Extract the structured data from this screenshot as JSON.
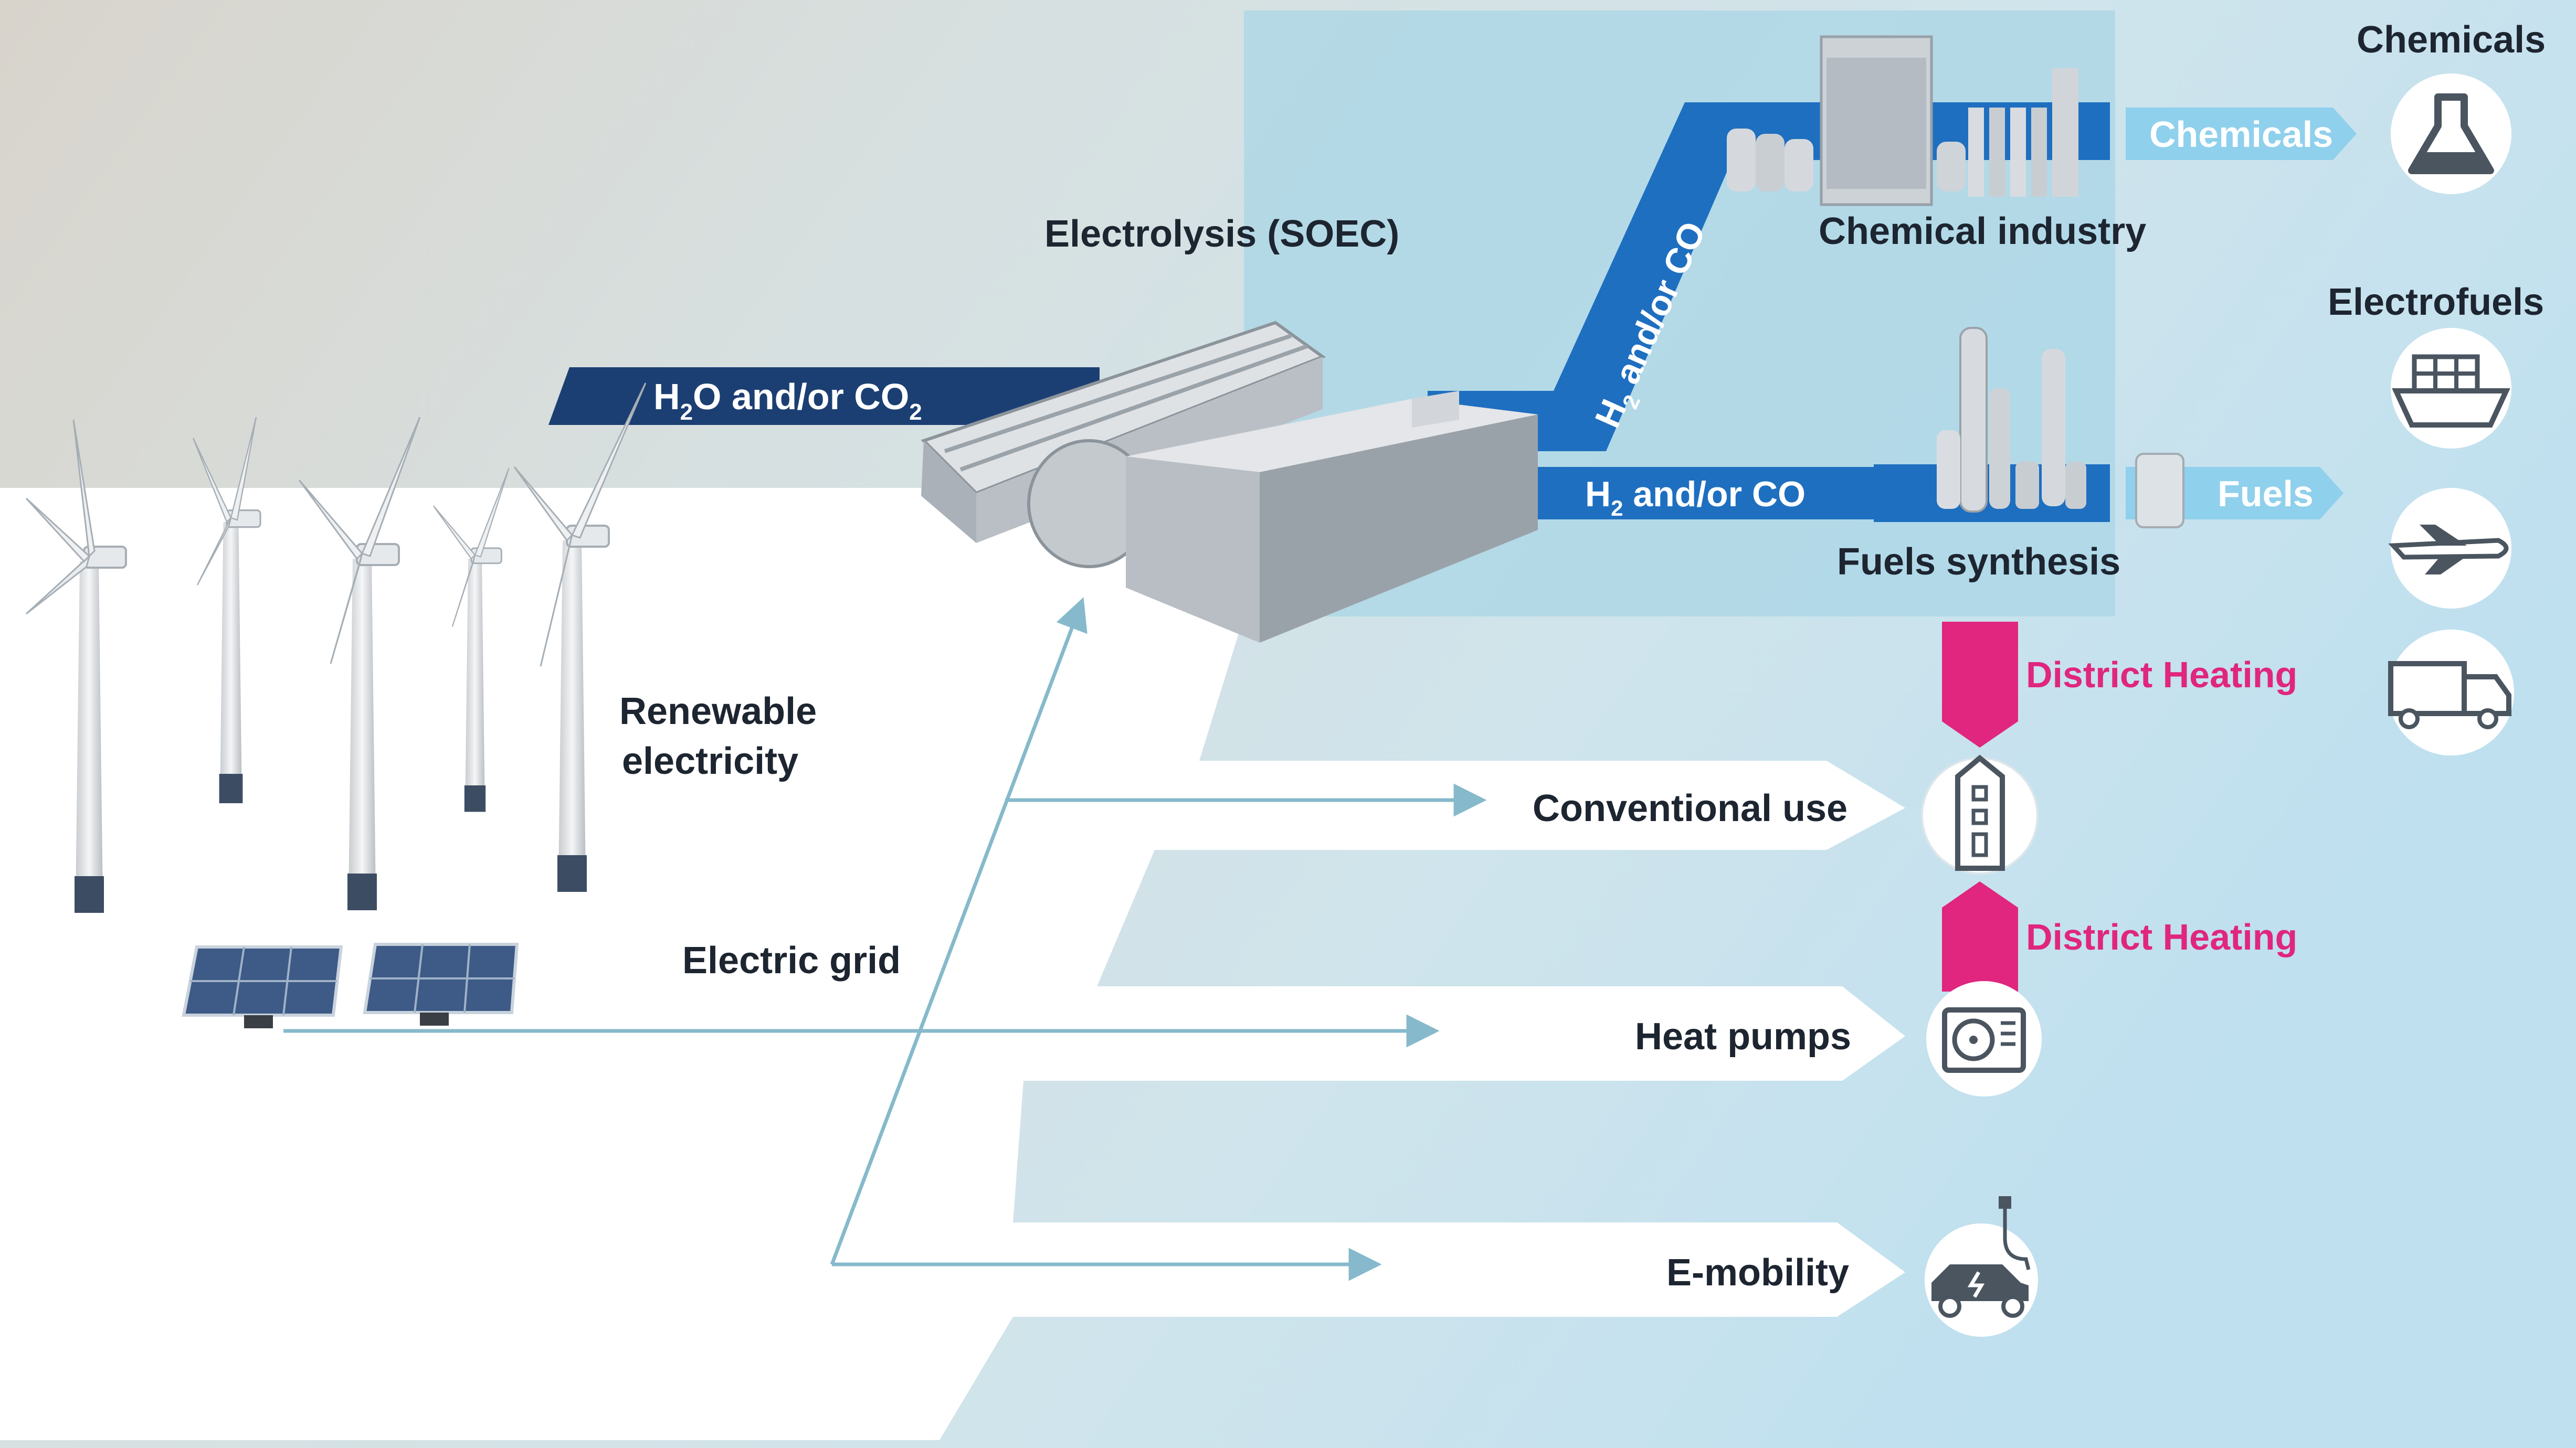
{
  "labels": {
    "h2o_co2_prefix": "H",
    "h2o_co2_sub1": "2",
    "h2o_co2_mid": "O and/or CO",
    "h2o_co2_sub2": "2",
    "electrolysis": "Electrolysis (SOEC)",
    "renewable_line1": "Renewable",
    "renewable_line2": "electricity",
    "electric_grid": "Electric grid",
    "h2_diag_prefix": "H",
    "h2_diag_sub": "2",
    "h2_diag_rest": " and/or CO",
    "h2_horiz_prefix": "H",
    "h2_horiz_sub": "2",
    "h2_horiz_rest": " and/or CO",
    "chemical_industry": "Chemical industry",
    "fuels_synthesis": "Fuels synthesis",
    "chemicals_arrow": "Chemicals",
    "fuels_arrow": "Fuels",
    "chemicals_heading": "Chemicals",
    "electrofuels_heading": "Electrofuels",
    "district_heating_top": "District Heating",
    "district_heating_bottom": "District Heating",
    "conventional_use": "Conventional use",
    "heat_pumps": "Heat pumps",
    "e_mobility": "E-mobility"
  },
  "icons": {
    "chemicals": "flask-icon",
    "ship": "ship-icon",
    "plane": "airplane-icon",
    "truck": "truck-icon",
    "building": "building-icon",
    "heat_pump": "heat-pump-icon",
    "ev": "electric-car-icon"
  },
  "colors": {
    "flow_dark_navy": "#1c3f73",
    "flow_blue": "#1e6fc0",
    "product_light_blue": "#8fd0ec",
    "district_heating_pink": "#e0267e",
    "grid_line": "#86b9cb"
  }
}
